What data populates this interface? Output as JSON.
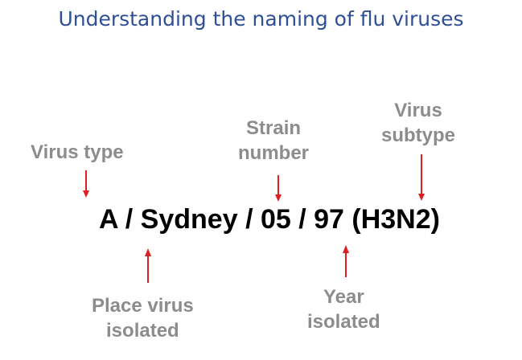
{
  "title": "Understanding the naming of flu viruses",
  "strain_name": "A / Sydney / 05 / 97 (H3N2)",
  "labels": {
    "virus_type": [
      "Virus type"
    ],
    "strain_number": [
      "Strain",
      "number"
    ],
    "virus_subtype": [
      "Virus",
      "subtype"
    ],
    "place_isolated": [
      "Place virus",
      "isolated"
    ],
    "year_isolated": [
      "Year",
      "isolated"
    ]
  },
  "colors": {
    "title": "#2e4f96",
    "label": "#8c8c8c",
    "arrow": "#e02020",
    "strain_text": "#000000"
  }
}
